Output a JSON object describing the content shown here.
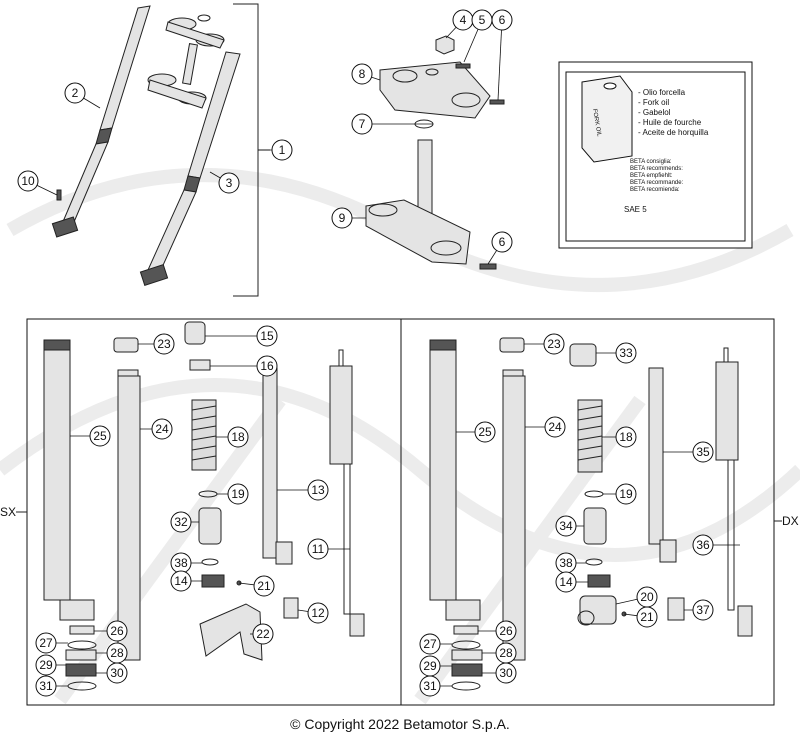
{
  "callouts": [
    {
      "n": "1"
    },
    {
      "n": "2"
    },
    {
      "n": "3"
    },
    {
      "n": "4"
    },
    {
      "n": "5"
    },
    {
      "n": "6"
    },
    {
      "n": "7"
    },
    {
      "n": "8"
    },
    {
      "n": "9"
    },
    {
      "n": "6"
    },
    {
      "n": "10"
    },
    {
      "n": "15"
    },
    {
      "n": "16"
    },
    {
      "n": "18"
    },
    {
      "n": "19"
    },
    {
      "n": "13"
    },
    {
      "n": "23"
    },
    {
      "n": "24"
    },
    {
      "n": "25"
    },
    {
      "n": "32"
    },
    {
      "n": "38"
    },
    {
      "n": "14"
    },
    {
      "n": "21"
    },
    {
      "n": "22"
    },
    {
      "n": "12"
    },
    {
      "n": "11"
    },
    {
      "n": "26"
    },
    {
      "n": "27"
    },
    {
      "n": "28"
    },
    {
      "n": "29"
    },
    {
      "n": "30"
    },
    {
      "n": "31"
    },
    {
      "n": "23"
    },
    {
      "n": "33"
    },
    {
      "n": "25"
    },
    {
      "n": "24"
    },
    {
      "n": "18"
    },
    {
      "n": "35"
    },
    {
      "n": "19"
    },
    {
      "n": "34"
    },
    {
      "n": "38"
    },
    {
      "n": "36"
    },
    {
      "n": "14"
    },
    {
      "n": "20"
    },
    {
      "n": "21"
    },
    {
      "n": "37"
    },
    {
      "n": "26"
    },
    {
      "n": "27"
    },
    {
      "n": "28"
    },
    {
      "n": "29"
    },
    {
      "n": "30"
    },
    {
      "n": "31"
    }
  ],
  "side_labels": {
    "left": "SX",
    "right": "DX"
  },
  "oil_box": {
    "can_label": "FORK OIL",
    "lines": [
      "- Olio forcella",
      "- Fork oil",
      "- Gabelol",
      "- Huile de fourche",
      "- Aceite de horquilla"
    ],
    "reco": [
      "BETA consiglia:",
      "BETA recommends:",
      "BETA empfiehlt:",
      "BETA recommande:",
      "BETA recomienda:"
    ],
    "grade": "SAE 5"
  },
  "copyright": "© Copyright 2022 Betamotor S.p.A."
}
